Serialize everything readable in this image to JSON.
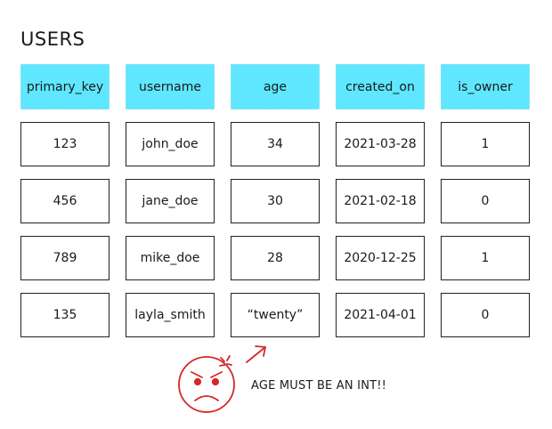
{
  "title": "USERS",
  "columns": [
    "primary_key",
    "username",
    "age",
    "created_on",
    "is_owner"
  ],
  "rows": [
    [
      "123",
      "john_doe",
      "34",
      "2021-03-28",
      "1"
    ],
    [
      "456",
      "jane_doe",
      "30",
      "2021-02-18",
      "0"
    ],
    [
      "789",
      "mike_doe",
      "28",
      "2020-12-25",
      "1"
    ],
    [
      "135",
      "layla_smith",
      "“twenty”",
      "2021-04-01",
      "0"
    ]
  ],
  "annotation": {
    "text": "AGE MUST BE AN INT!!",
    "icon": "angry-face-icon",
    "accent_color": "#d62828"
  },
  "colors": {
    "header_fill": "#5fe7ff",
    "cell_border": "#222222"
  }
}
